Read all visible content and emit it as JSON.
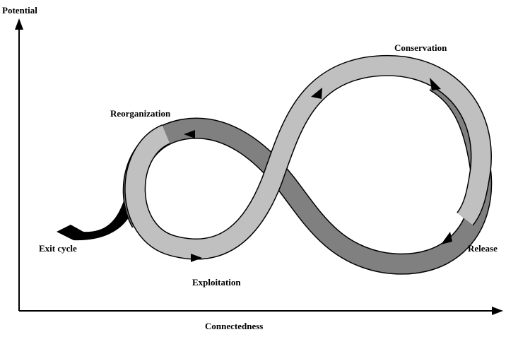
{
  "axes": {
    "y_label": "Potential",
    "x_label": "Connectedness"
  },
  "phases": {
    "conservation": "Conservation",
    "reorganization": "Reorganization",
    "exploitation": "Exploitation",
    "release": "Release",
    "exit": "Exit cycle"
  },
  "colors": {
    "light_band": "#c0c0c0",
    "dark_band": "#808080",
    "exit_arrow": "#000000",
    "outline": "#000000"
  }
}
